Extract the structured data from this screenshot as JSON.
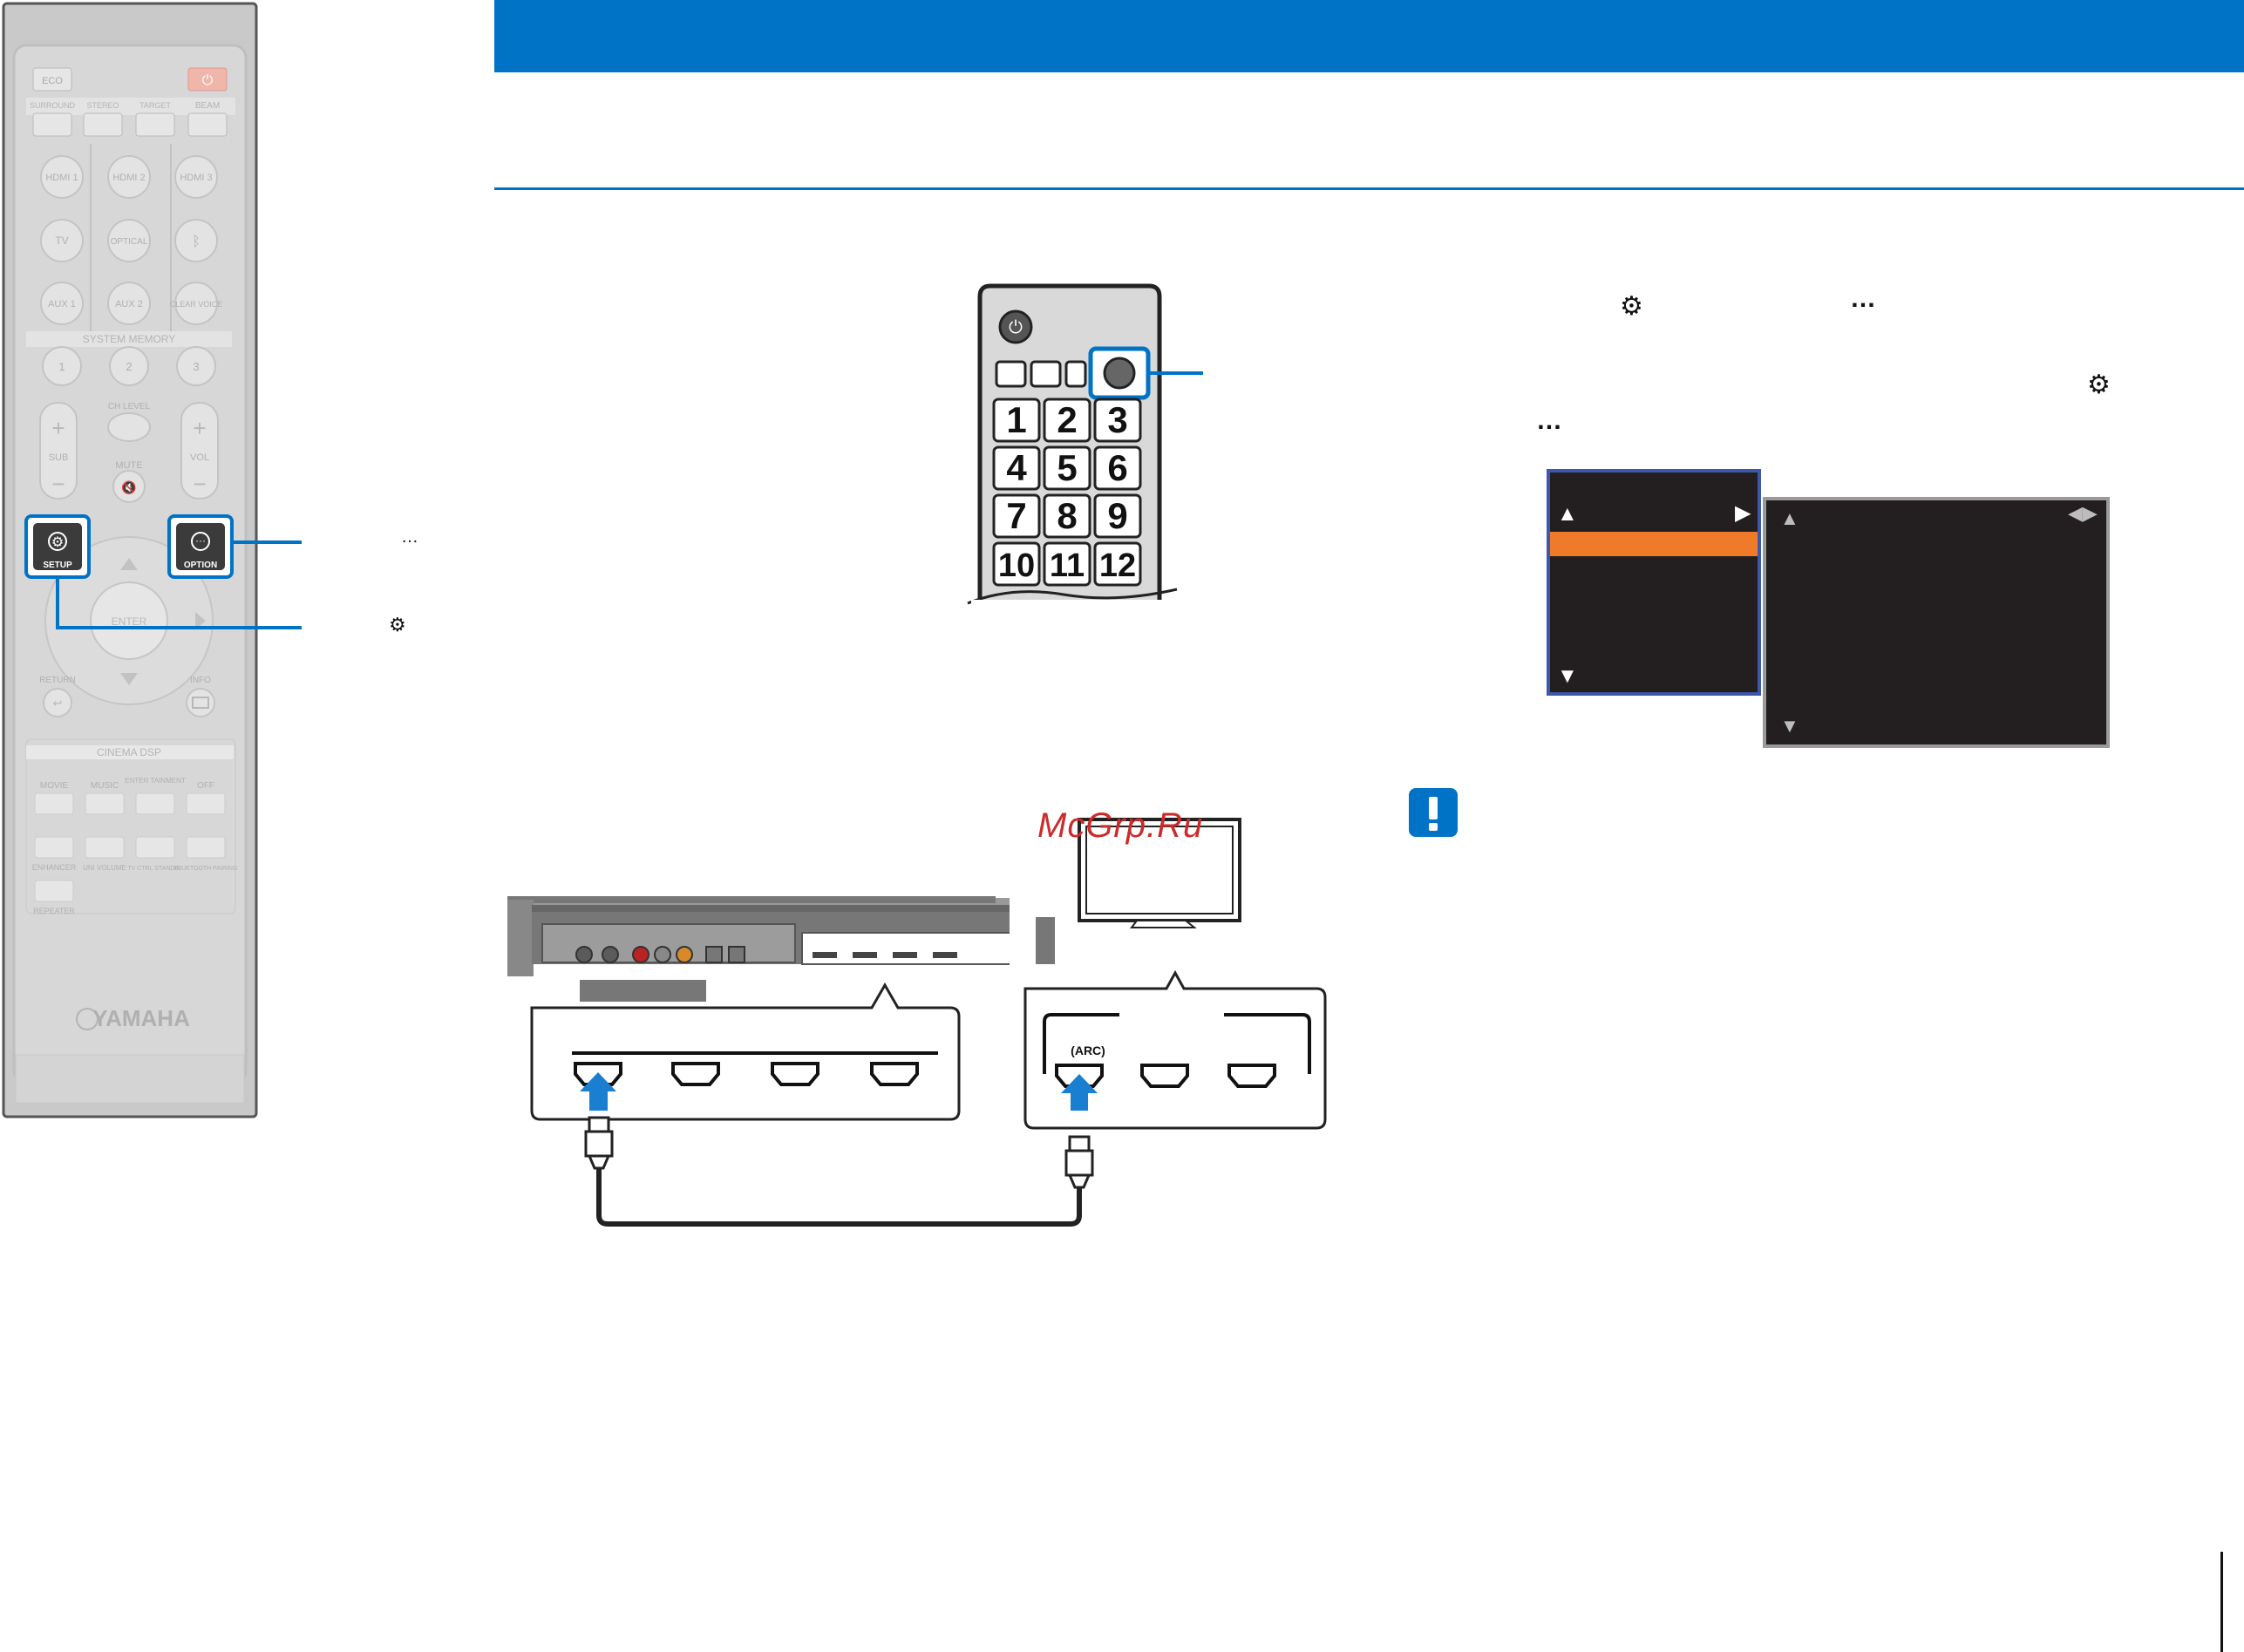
{
  "watermark": "McGrp.Ru",
  "remote": {
    "brand": "YAMAHA",
    "buttons": {
      "eco": "ECO",
      "surround": "SURROUND",
      "stereo": "STEREO",
      "target": "TARGET",
      "beam": "BEAM",
      "hdmi1": "HDMI 1",
      "hdmi2": "HDMI 2",
      "hdmi3": "HDMI 3",
      "tv": "TV",
      "optical": "OPTICAL",
      "aux1": "AUX 1",
      "aux2": "AUX 2",
      "clear_voice": "CLEAR VOICE",
      "system_memory": "SYSTEM MEMORY",
      "mem1": "1",
      "mem2": "2",
      "mem3": "3",
      "ch_level": "CH LEVEL",
      "sub": "SUB",
      "vol": "VOL",
      "mute": "MUTE",
      "setup": "SETUP",
      "option": "OPTION",
      "enter": "ENTER",
      "return": "RETURN",
      "info": "INFO",
      "cinema_dsp": "CINEMA DSP",
      "movie": "MOVIE",
      "music": "MUSIC",
      "entertainment": "ENTER TAINMENT",
      "off": "OFF",
      "enhancer": "ENHANCER",
      "uni_volume": "UNI VOLUME",
      "tv_ctrl_standby": "TV CTRL STANDBY",
      "bluetooth_pairing": "BLUETOOTH PAIRING",
      "repeater": "REPEATER"
    },
    "callouts": {
      "option_symbol": "…",
      "setup_symbol": "⚙"
    }
  },
  "tv_remote": {
    "numbers": [
      "1",
      "2",
      "3",
      "4",
      "5",
      "6",
      "7",
      "8",
      "9",
      "10",
      "11",
      "12"
    ]
  },
  "instructions": {
    "line1_setup_symbol": "⚙",
    "line1_option_symbol": "…",
    "line2_setup_symbol": "⚙",
    "line3_option_symbol": "…"
  },
  "menu_screen": {
    "left_up_arrow": "▲",
    "left_right_arrow": "▶",
    "left_down_arrow": "▼",
    "right_up_arrow": "▲",
    "right_leftright_arrows": "◀▶",
    "right_down_arrow": "▼"
  },
  "hdmi_diagram": {
    "arc_label": "(ARC)"
  },
  "colors": {
    "accent_blue": "#0073c6",
    "menu_highlight": "#ee7a2a",
    "menu_bg": "#231f20",
    "remote_body": "#d6d6d6"
  }
}
